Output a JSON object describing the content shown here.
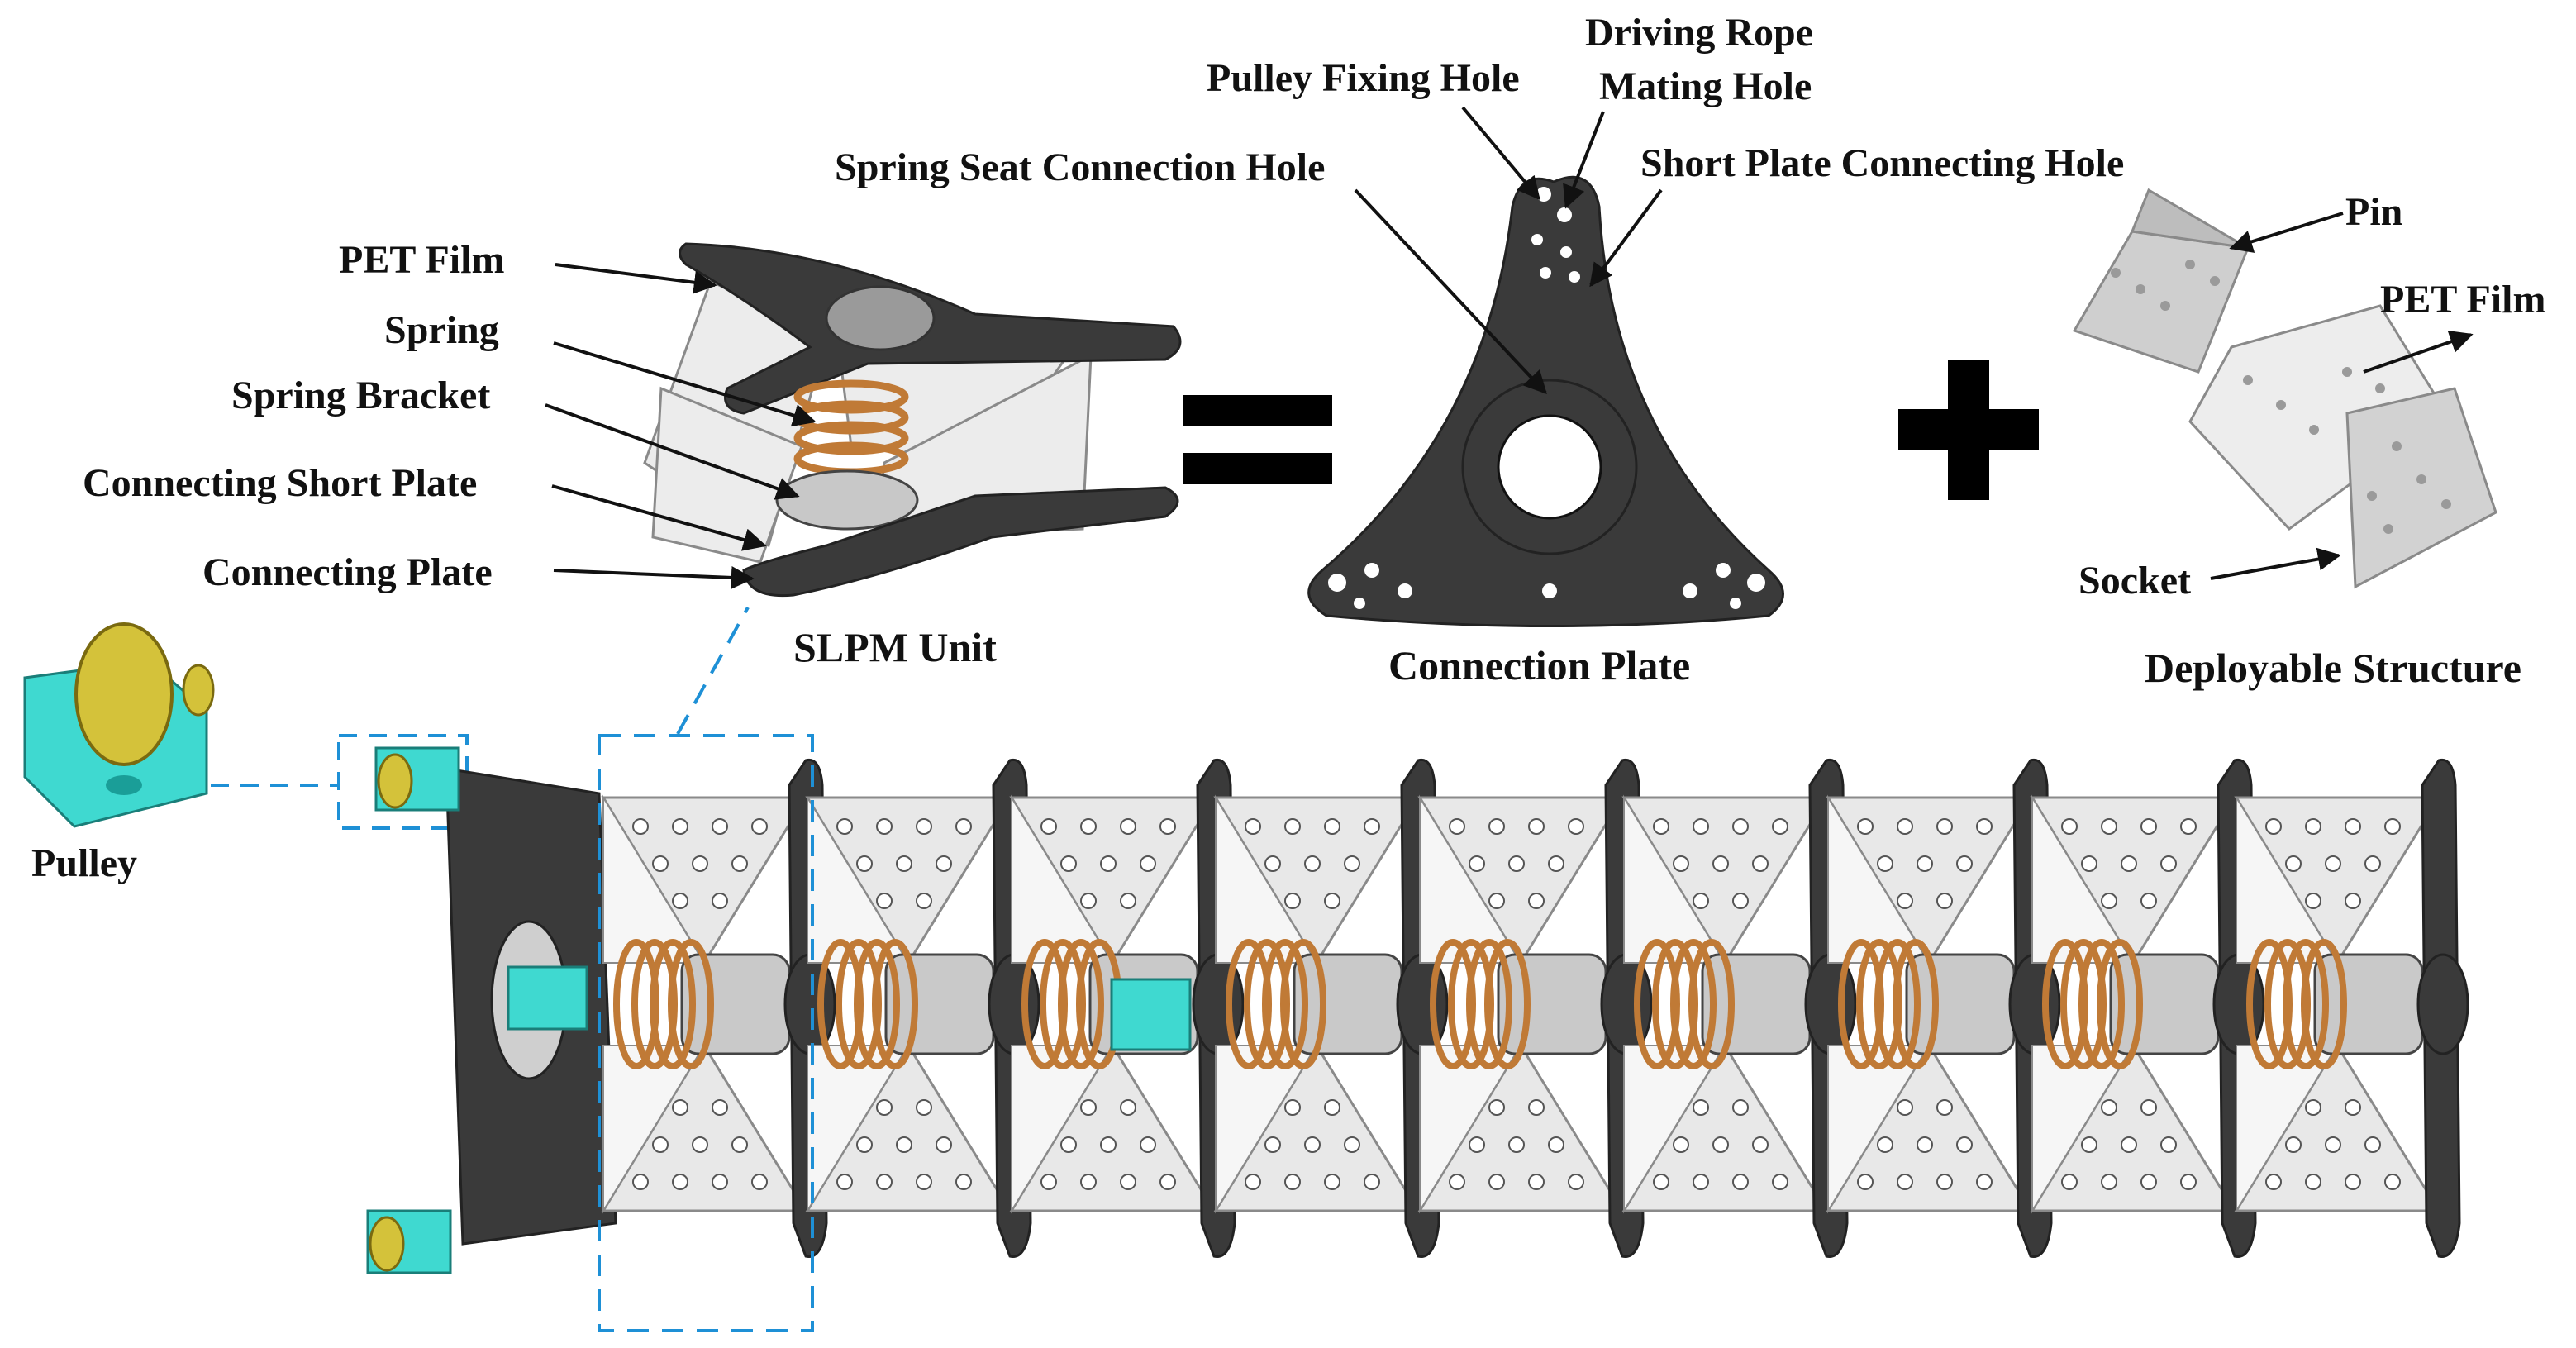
{
  "labels": {
    "pet_film_left": "PET Film",
    "spring": "Spring",
    "spring_bracket": "Spring Bracket",
    "connecting_short_plate": "Connecting Short Plate",
    "connecting_plate": "Connecting Plate",
    "slpm_unit": "SLPM Unit",
    "spring_seat_connection_hole": "Spring Seat Connection Hole",
    "pulley_fixing_hole": "Pulley Fixing Hole",
    "driving_rope_line1": "Driving Rope",
    "driving_rope_line2": "Mating Hole",
    "short_plate_connecting_hole": "Short Plate Connecting Hole",
    "connection_plate": "Connection Plate",
    "pin": "Pin",
    "pet_film_right": "PET Film",
    "socket": "Socket",
    "deployable_structure": "Deployable Structure",
    "pulley": "Pulley"
  },
  "colors": {
    "plate": "#3a3a3a",
    "film": "#e8e8e8",
    "film_stroke": "#8a8a8a",
    "spring": "#c07a36",
    "pulley_body": "#3fd9d0",
    "pulley_wheel": "#d4c23a",
    "callout_box": "#1e90d6",
    "arrow": "#111111"
  },
  "chain_units": 9
}
